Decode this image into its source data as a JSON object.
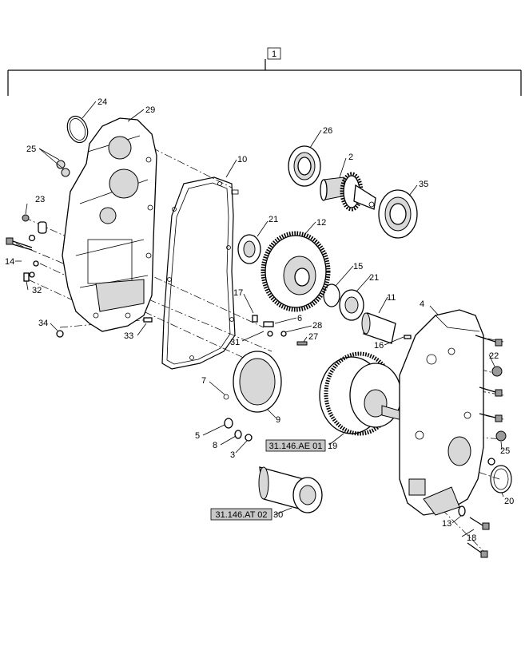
{
  "assembly_label": "1",
  "callouts": {
    "p2": "2",
    "p3": "3",
    "p4": "4",
    "p5": "5",
    "p6": "6",
    "p7": "7",
    "p8": "8",
    "p9": "9",
    "p10": "10",
    "p11": "11",
    "p12": "12",
    "p13": "13",
    "p14": "14",
    "p15": "15",
    "p16": "16",
    "p17": "17",
    "p18": "18",
    "p19": "19",
    "p20": "20",
    "p21a": "21",
    "p21b": "21",
    "p22": "22",
    "p23": "23",
    "p24": "24",
    "p25a": "25",
    "p25b": "25",
    "p26": "26",
    "p27": "27",
    "p28": "28",
    "p29": "29",
    "p30": "30",
    "p31": "31",
    "p32": "32",
    "p33": "33",
    "p34": "34",
    "p35": "35"
  },
  "references": {
    "ref_ae": "31.146.AE 01",
    "ref_at": "31.146.AT 02"
  }
}
